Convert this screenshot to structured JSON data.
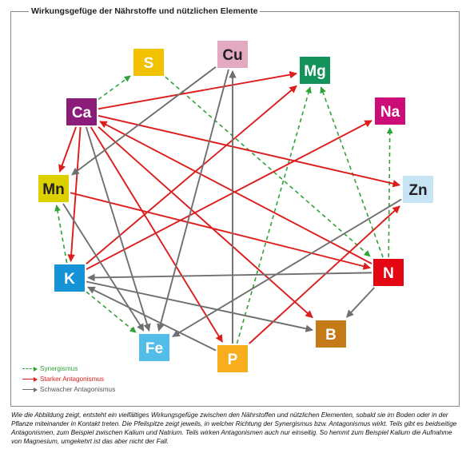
{
  "title": "Wirkungsgefüge der Nährstoffe und nützlichen Elemente",
  "nodes": [
    {
      "id": "S",
      "label": "S",
      "color": "#f2c200",
      "text": "#ffffff"
    },
    {
      "id": "Cu",
      "label": "Cu",
      "color": "#e3a9c0",
      "text": "#222222"
    },
    {
      "id": "Mg",
      "label": "Mg",
      "color": "#13935a",
      "text": "#ffffff"
    },
    {
      "id": "Na",
      "label": "Na",
      "color": "#cc0d78",
      "text": "#ffffff"
    },
    {
      "id": "Ca",
      "label": "Ca",
      "color": "#8c1c7a",
      "text": "#ffffff"
    },
    {
      "id": "Mn",
      "label": "Mn",
      "color": "#ddd000",
      "text": "#222222"
    },
    {
      "id": "Zn",
      "label": "Zn",
      "color": "#c6e4f4",
      "text": "#222222"
    },
    {
      "id": "K",
      "label": "K",
      "color": "#1692d6",
      "text": "#ffffff"
    },
    {
      "id": "N",
      "label": "N",
      "color": "#e30613",
      "text": "#ffffff"
    },
    {
      "id": "B",
      "label": "B",
      "color": "#c47a16",
      "text": "#ffffff"
    },
    {
      "id": "Fe",
      "label": "Fe",
      "color": "#52bde8",
      "text": "#ffffff"
    },
    {
      "id": "P",
      "label": "P",
      "color": "#f6ae1e",
      "text": "#ffffff"
    }
  ],
  "edge_colors": {
    "synergy": "#2fa338",
    "strong": "#dd1c1c",
    "weak": "#6f6f6f"
  },
  "edges": [
    {
      "from": "Ca",
      "to": "S",
      "type": "synergy"
    },
    {
      "from": "S",
      "to": "N",
      "type": "synergy"
    },
    {
      "from": "K",
      "to": "Mn",
      "type": "synergy"
    },
    {
      "from": "K",
      "to": "Fe",
      "type": "synergy"
    },
    {
      "from": "P",
      "to": "Mg",
      "type": "synergy"
    },
    {
      "from": "N",
      "to": "Mg",
      "type": "synergy"
    },
    {
      "from": "N",
      "to": "Na",
      "type": "synergy"
    },
    {
      "from": "Ca",
      "to": "Mg",
      "type": "strong"
    },
    {
      "from": "Ca",
      "to": "Zn",
      "type": "strong"
    },
    {
      "from": "Ca",
      "to": "Mn",
      "type": "strong"
    },
    {
      "from": "Ca",
      "to": "K",
      "type": "strong"
    },
    {
      "from": "Ca",
      "to": "P",
      "type": "strong"
    },
    {
      "from": "Ca",
      "to": "B",
      "type": "strong"
    },
    {
      "from": "Mn",
      "to": "N",
      "type": "strong"
    },
    {
      "from": "K",
      "to": "Mg",
      "type": "strong"
    },
    {
      "from": "K",
      "to": "Na",
      "type": "strong"
    },
    {
      "from": "P",
      "to": "Zn",
      "type": "strong"
    },
    {
      "from": "N",
      "to": "Ca",
      "type": "strong"
    },
    {
      "from": "Cu",
      "to": "Mn",
      "type": "weak"
    },
    {
      "from": "Cu",
      "to": "Fe",
      "type": "weak"
    },
    {
      "from": "P",
      "to": "Cu",
      "type": "weak"
    },
    {
      "from": "Ca",
      "to": "Fe",
      "type": "weak"
    },
    {
      "from": "Mn",
      "to": "Fe",
      "type": "weak"
    },
    {
      "from": "Zn",
      "to": "Fe",
      "type": "weak"
    },
    {
      "from": "N",
      "to": "K",
      "type": "weak"
    },
    {
      "from": "P",
      "to": "K",
      "type": "weak"
    },
    {
      "from": "K",
      "to": "B",
      "type": "weak"
    },
    {
      "from": "N",
      "to": "B",
      "type": "weak"
    }
  ],
  "legend": {
    "synergy": "Synergismus",
    "strong": "Starker Antagonismus",
    "weak": "Schwacher Antagonismus"
  },
  "caption": "Wie die Abbildung zeigt, entsteht ein vielfältiges Wirkungsgefüge zwischen den Nährstoffen und nützlichen Elementen, sobald sie im Boden oder in der Pflanze miteinander in Kontakt treten. Die Pfeilspitze zeigt jeweils, in welcher Richtung der Synergismus bzw. Antagonismus wirkt. Teils gibt es beidseitige Antagonismen, zum Beispiel zwischen Kalium und Natrium. Teils wirken Antagonismen auch nur einseitig. So hemmt zum Beispiel Kalium die Aufnahme von Magnesium, umgekehrt ist das aber nicht der Fall."
}
